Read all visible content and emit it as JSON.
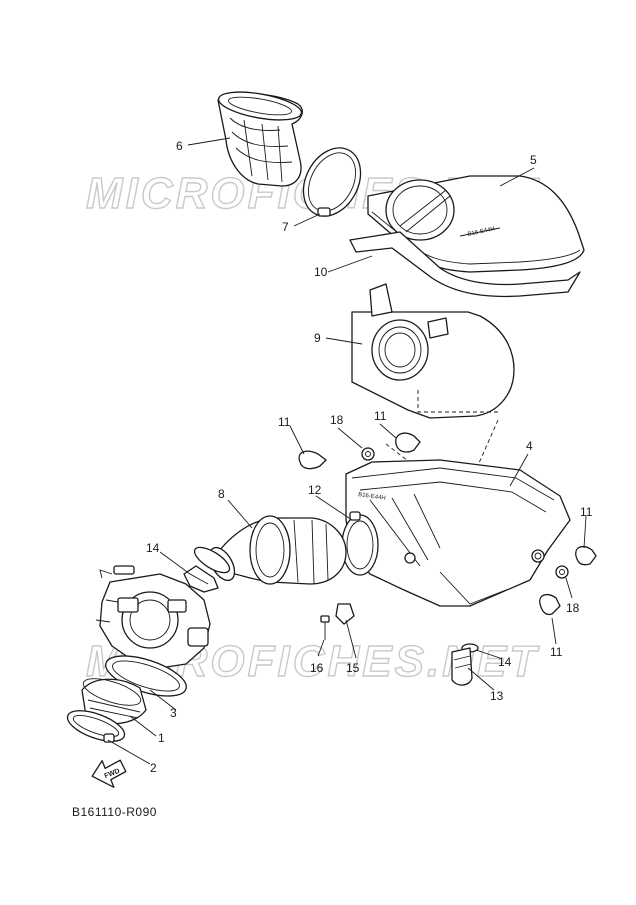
{
  "diagram": {
    "watermark": "MICROFICHES.NET",
    "diagram_code": "B161110-R090",
    "fwd_label": "FWD",
    "decal_text": "B16-E44H",
    "callouts": [
      "1",
      "2",
      "3",
      "4",
      "5",
      "6",
      "7",
      "8",
      "9",
      "10",
      "11",
      "11",
      "11",
      "11",
      "12",
      "13",
      "14",
      "15",
      "16",
      "17",
      "18",
      "18"
    ]
  }
}
